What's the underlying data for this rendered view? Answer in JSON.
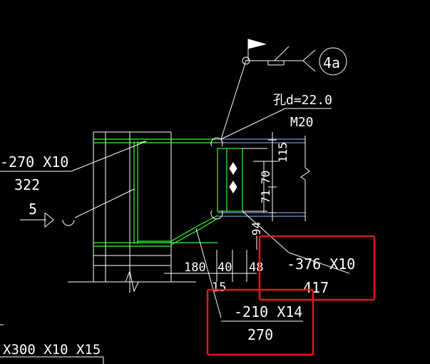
{
  "colors": {
    "background": "#000000",
    "line": "#ffffff",
    "steel_member": "#33ff33",
    "bolt_line": "#8fb8ff",
    "highlight_box": "#e01a1a"
  },
  "icons": [
    "flag-icon",
    "weld-symbol-icon",
    "section-bubble-icon"
  ],
  "labels": {
    "bubble_ref": "4a",
    "bolt_spec_top": "孔d=22.0",
    "bolt_spec_bottom": "M20",
    "plate_left_top": "-270 X10",
    "plate_left_bottom": "322",
    "weld_size": "5",
    "plate_right_top": "-376 X10",
    "plate_right_bottom": "417",
    "plate_bottom_top": "-210 X14",
    "plate_bottom_bottom": "270",
    "section_label": "X300 X10 X15"
  },
  "dimensions": {
    "vertical_115": "115",
    "vertical_70": "70",
    "vertical_71": "71",
    "vertical_94": "94",
    "horizontal_180": "180",
    "horizontal_40": "40",
    "horizontal_48": "48",
    "horizontal_15": "15"
  }
}
